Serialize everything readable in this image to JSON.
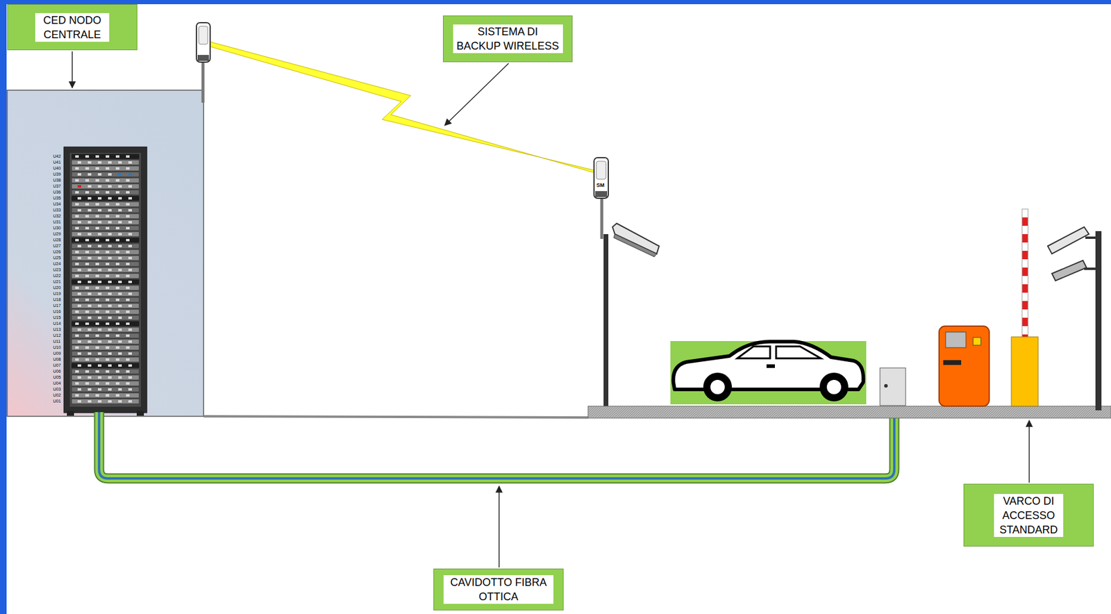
{
  "diagram": {
    "nodes": [
      {
        "text": [
          "CED NODO CENTRALE"
        ]
      },
      {
        "text": [
          "SISTEMA DI BACKUP WIRELESS"
        ]
      },
      {
        "text": [
          "CAVIDOTTO FIBRA OTTICA"
        ]
      },
      {
        "text": [
          "VARCO DI ACCESSO STANDARD"
        ]
      }
    ],
    "edges": [],
    "labels": [
      "U42",
      "U41",
      "U40",
      "U39",
      "U38",
      "U37",
      "U36",
      "U35",
      "U34",
      "U33",
      "U32",
      "U31",
      "U30",
      "U29",
      "U28",
      "U27",
      "U26",
      "U25",
      "U24",
      "U23",
      "U22",
      "U21",
      "U20",
      "U19",
      "U18",
      "U17",
      "U16",
      "U15",
      "U14",
      "U13",
      "U12",
      "U11",
      "U10",
      "U09",
      "U08",
      "U07",
      "U06",
      "U05",
      "U04",
      "U03",
      "U02",
      "U01",
      "SM"
    ]
  }
}
